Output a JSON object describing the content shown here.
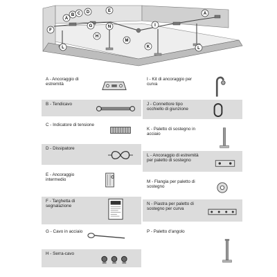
{
  "diagram": {
    "callouts": [
      "F",
      "A",
      "B",
      "C",
      "D",
      "H",
      "G",
      "N",
      "E",
      "I",
      "M",
      "K",
      "L",
      "A",
      "L"
    ],
    "colors": {
      "wall": "#d9d9d9",
      "roof": "#eeeeee",
      "cable": "#444444",
      "callout_fill": "#ffffff"
    }
  },
  "components": {
    "left": [
      {
        "code": "A",
        "name": "Ancoraggio di estremità",
        "icon": "end-anchor-plate-icon",
        "shaded": false
      },
      {
        "code": "B",
        "name": "Tendicavo",
        "icon": "tensioner-icon",
        "shaded": true
      },
      {
        "code": "C",
        "name": "Indicatore di tensione",
        "icon": "tension-indicator-icon",
        "shaded": false
      },
      {
        "code": "D",
        "name": "Dissipatore",
        "icon": "energy-absorber-icon",
        "shaded": true
      },
      {
        "code": "E",
        "name": "Ancoraggio intermedio",
        "icon": "intermediate-anchor-icon",
        "shaded": false
      },
      {
        "code": "F",
        "name": "Targhetta di segnalazione",
        "icon": "sign-plate-icon",
        "shaded": true
      },
      {
        "code": "G",
        "name": "Cavo in acciaio",
        "icon": "steel-cable-icon",
        "shaded": false
      },
      {
        "code": "H",
        "name": "Serra-cavo",
        "icon": "cable-clamp-icon",
        "shaded": true
      }
    ],
    "right": [
      {
        "code": "I",
        "name": "Kit di ancoraggio per curva",
        "icon": "curve-anchor-icon",
        "shaded": false
      },
      {
        "code": "J",
        "name": "Connettore tipo occhiello di giunzione",
        "icon": "eyelet-connector-icon",
        "shaded": true
      },
      {
        "code": "K",
        "name": "Paletto di sostegno in acciaio",
        "icon": "steel-post-icon",
        "shaded": false
      },
      {
        "code": "L",
        "name": "Ancoraggio di estremità per paletto di sostegno",
        "icon": "post-end-anchor-icon",
        "shaded": true
      },
      {
        "code": "M",
        "name": "Flangia per paletto di sostegno",
        "icon": "post-flange-icon",
        "shaded": false
      },
      {
        "code": "N",
        "name": "Piastra per paletto di sostegno per curva",
        "icon": "curve-post-plate-icon",
        "shaded": true
      },
      {
        "code": "P",
        "name": "Paletto d'angolo",
        "icon": "corner-post-icon",
        "shaded": false
      }
    ]
  }
}
